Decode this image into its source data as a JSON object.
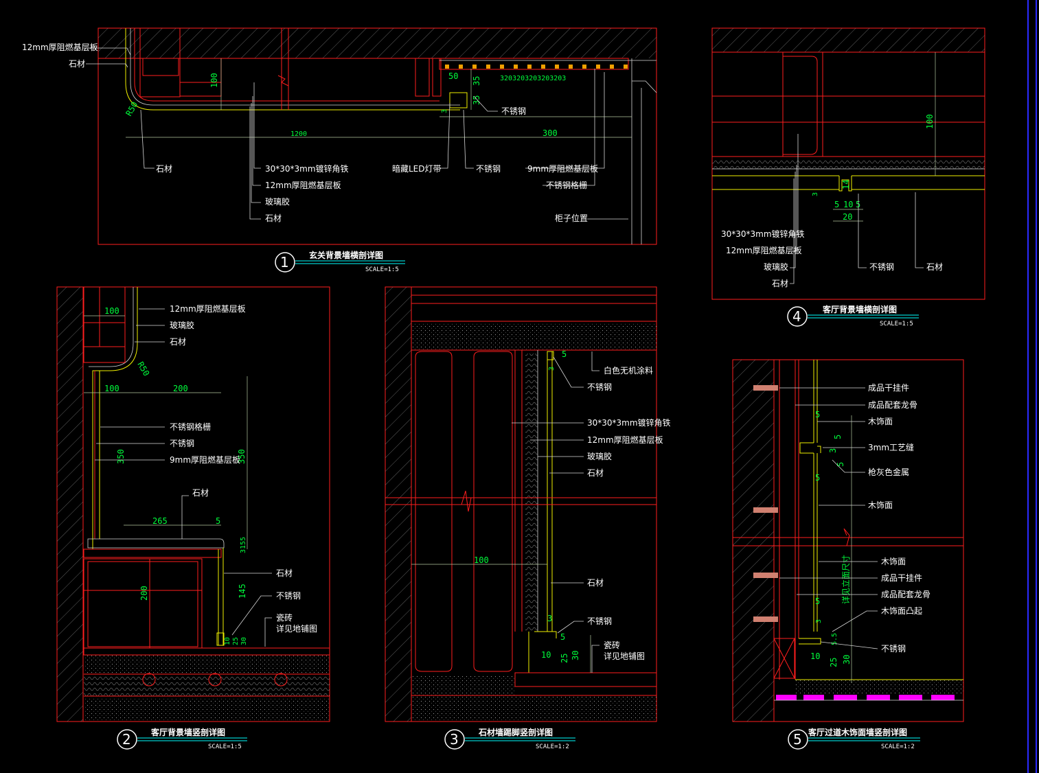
{
  "panels": {
    "p1": {
      "number": "1",
      "title": "玄关背景墙横剖详图",
      "scale": "SCALE=1:5",
      "labels": {
        "a": "12mm厚阻燃基层板",
        "b": "石材",
        "c": "石材",
        "d": "30*30*3mm镀锌角铁",
        "e": "12mm厚阻燃基层板",
        "f": "玻璃胶",
        "g": "石材",
        "h": "暗藏LED灯带",
        "i": "不锈钢",
        "j": "不锈钢",
        "k": "9mm厚阻燃基层板",
        "l": "不锈钢格栅",
        "m": "柜子位置"
      },
      "dims": {
        "d100": "100",
        "r50": "R50",
        "d1200": "1200",
        "d300": "300",
        "d50": "50",
        "d35a": "35",
        "d35b": "35",
        "d3": "3",
        "grille": "3203203203203203"
      }
    },
    "p2": {
      "number": "2",
      "title": "客厅背景墙竖剖详图",
      "scale": "SCALE=1:5",
      "labels": {
        "a": "12mm厚阻燃基层板",
        "b": "玻璃胶",
        "c": "石材",
        "d": "不锈钢格栅",
        "e": "不锈钢",
        "f": "9mm厚阻燃基层板",
        "g": "石材",
        "h": "石材",
        "i": "不锈钢",
        "j1": "瓷砖",
        "j2": "详见地铺图"
      },
      "dims": {
        "d100a": "100",
        "r50": "R50",
        "d100b": "100",
        "d200": "200",
        "d350a": "350",
        "d350b": "350",
        "d265": "265",
        "d5": "5",
        "d3155": "3155",
        "d200b": "200",
        "d145": "145",
        "d10": "10",
        "d25": "25",
        "d30": "30"
      }
    },
    "p3": {
      "number": "3",
      "title": "石材墙踢脚竖剖详图",
      "scale": "SCALE=1:2",
      "labels": {
        "a": "白色无机涂料",
        "b": "不锈钢",
        "c": "30*30*3mm镀锌角铁",
        "d": "12mm厚阻燃基层板",
        "e": "玻璃胶",
        "f": "石材",
        "g": "石材",
        "h": "不锈钢",
        "i1": "瓷砖",
        "i2": "详见地铺图"
      },
      "dims": {
        "d5": "5",
        "d3": "3",
        "d100": "100",
        "d3b": "3",
        "d5b": "5",
        "d10": "10",
        "d25": "25",
        "d30": "30"
      }
    },
    "p4": {
      "number": "4",
      "title": "客厅背景墙横剖详图",
      "scale": "SCALE=1:5",
      "labels": {
        "a": "30*30*3mm镀锌角铁",
        "b": "12mm厚阻燃基层板",
        "c": "玻璃胶",
        "d": "石材",
        "e": "不锈钢",
        "f": "石材"
      },
      "dims": {
        "d100": "100",
        "d14": "14",
        "d3": "3",
        "d5a": "5",
        "d10": "10",
        "d5b": "5",
        "d20": "20"
      }
    },
    "p5": {
      "number": "5",
      "title": "客厅过道木饰面墙竖剖详图",
      "scale": "SCALE=1:2",
      "labels": {
        "a": "成品干挂件",
        "b": "成品配套龙骨",
        "c": "木饰面",
        "d": "3mm工艺缝",
        "e": "枪灰色金属",
        "f": "木饰面",
        "g": "木饰面",
        "h": "成品干挂件",
        "i": "成品配套龙骨",
        "j": "木饰面凸起",
        "k": "不锈钢",
        "v": "详见立面尺寸"
      },
      "dims": {
        "d5a": "5",
        "d5b": "5",
        "d3": "3",
        "d5c": "5",
        "d5d": "5",
        "d5e": "5",
        "d3b": "3",
        "d55": "5.5",
        "d10": "10",
        "d25": "25",
        "d30": "30"
      }
    }
  },
  "colors": {
    "frame": "#ff1e1e",
    "border": "#2b2bff",
    "dim": "#00ff3c",
    "title_line": "#00ffff",
    "accent": "#ff00ff"
  }
}
